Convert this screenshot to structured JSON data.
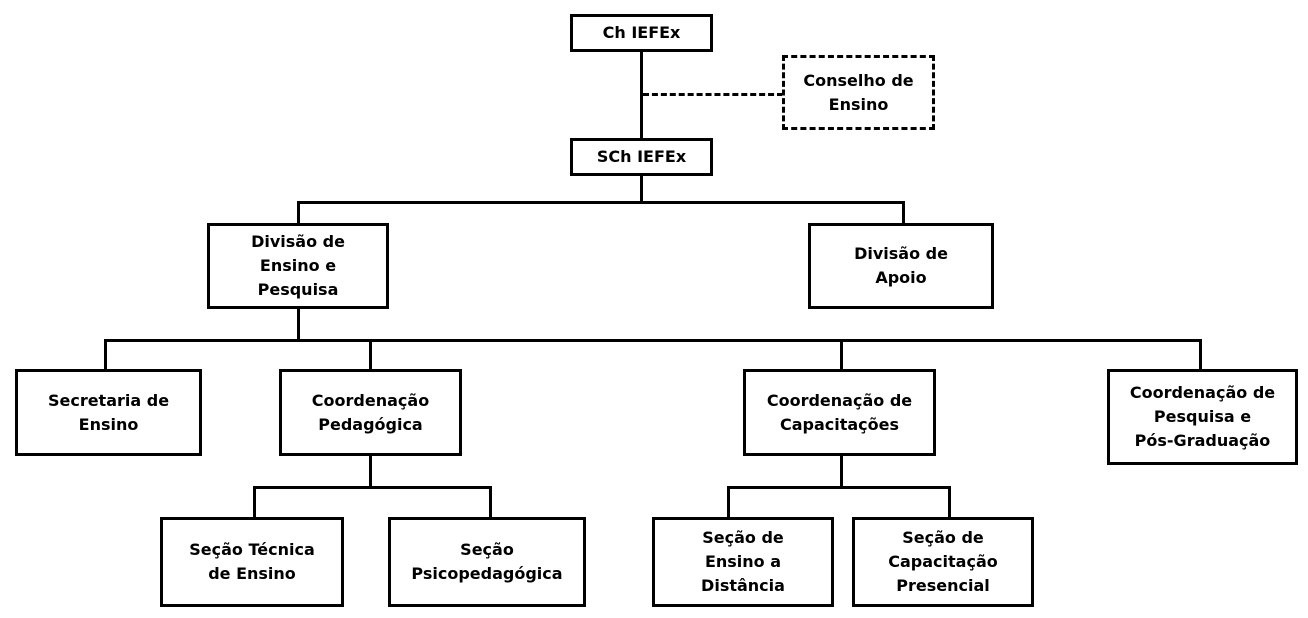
{
  "nodes": {
    "ch": "Ch IEFEx",
    "conselho": "Conselho de\nEnsino",
    "sch": "SCh IEFEx",
    "div_ensino": "Divisão de\nEnsino e\nPesquisa",
    "div_apoio": "Divisão de\nApoio",
    "secretaria": "Secretaria de\nEnsino",
    "coord_ped": "Coordenação\nPedagógica",
    "coord_cap": "Coordenação de\nCapacitações",
    "coord_pesq": "Coordenação de\nPesquisa e\nPós-Graduação",
    "secao_tecnica": "Seção Técnica\nde Ensino",
    "secao_psico": "Seção\nPsicopedagógica",
    "secao_distancia": "Seção de\nEnsino a\nDistância",
    "secao_presencial": "Seção de\nCapacitação\nPresencial"
  }
}
